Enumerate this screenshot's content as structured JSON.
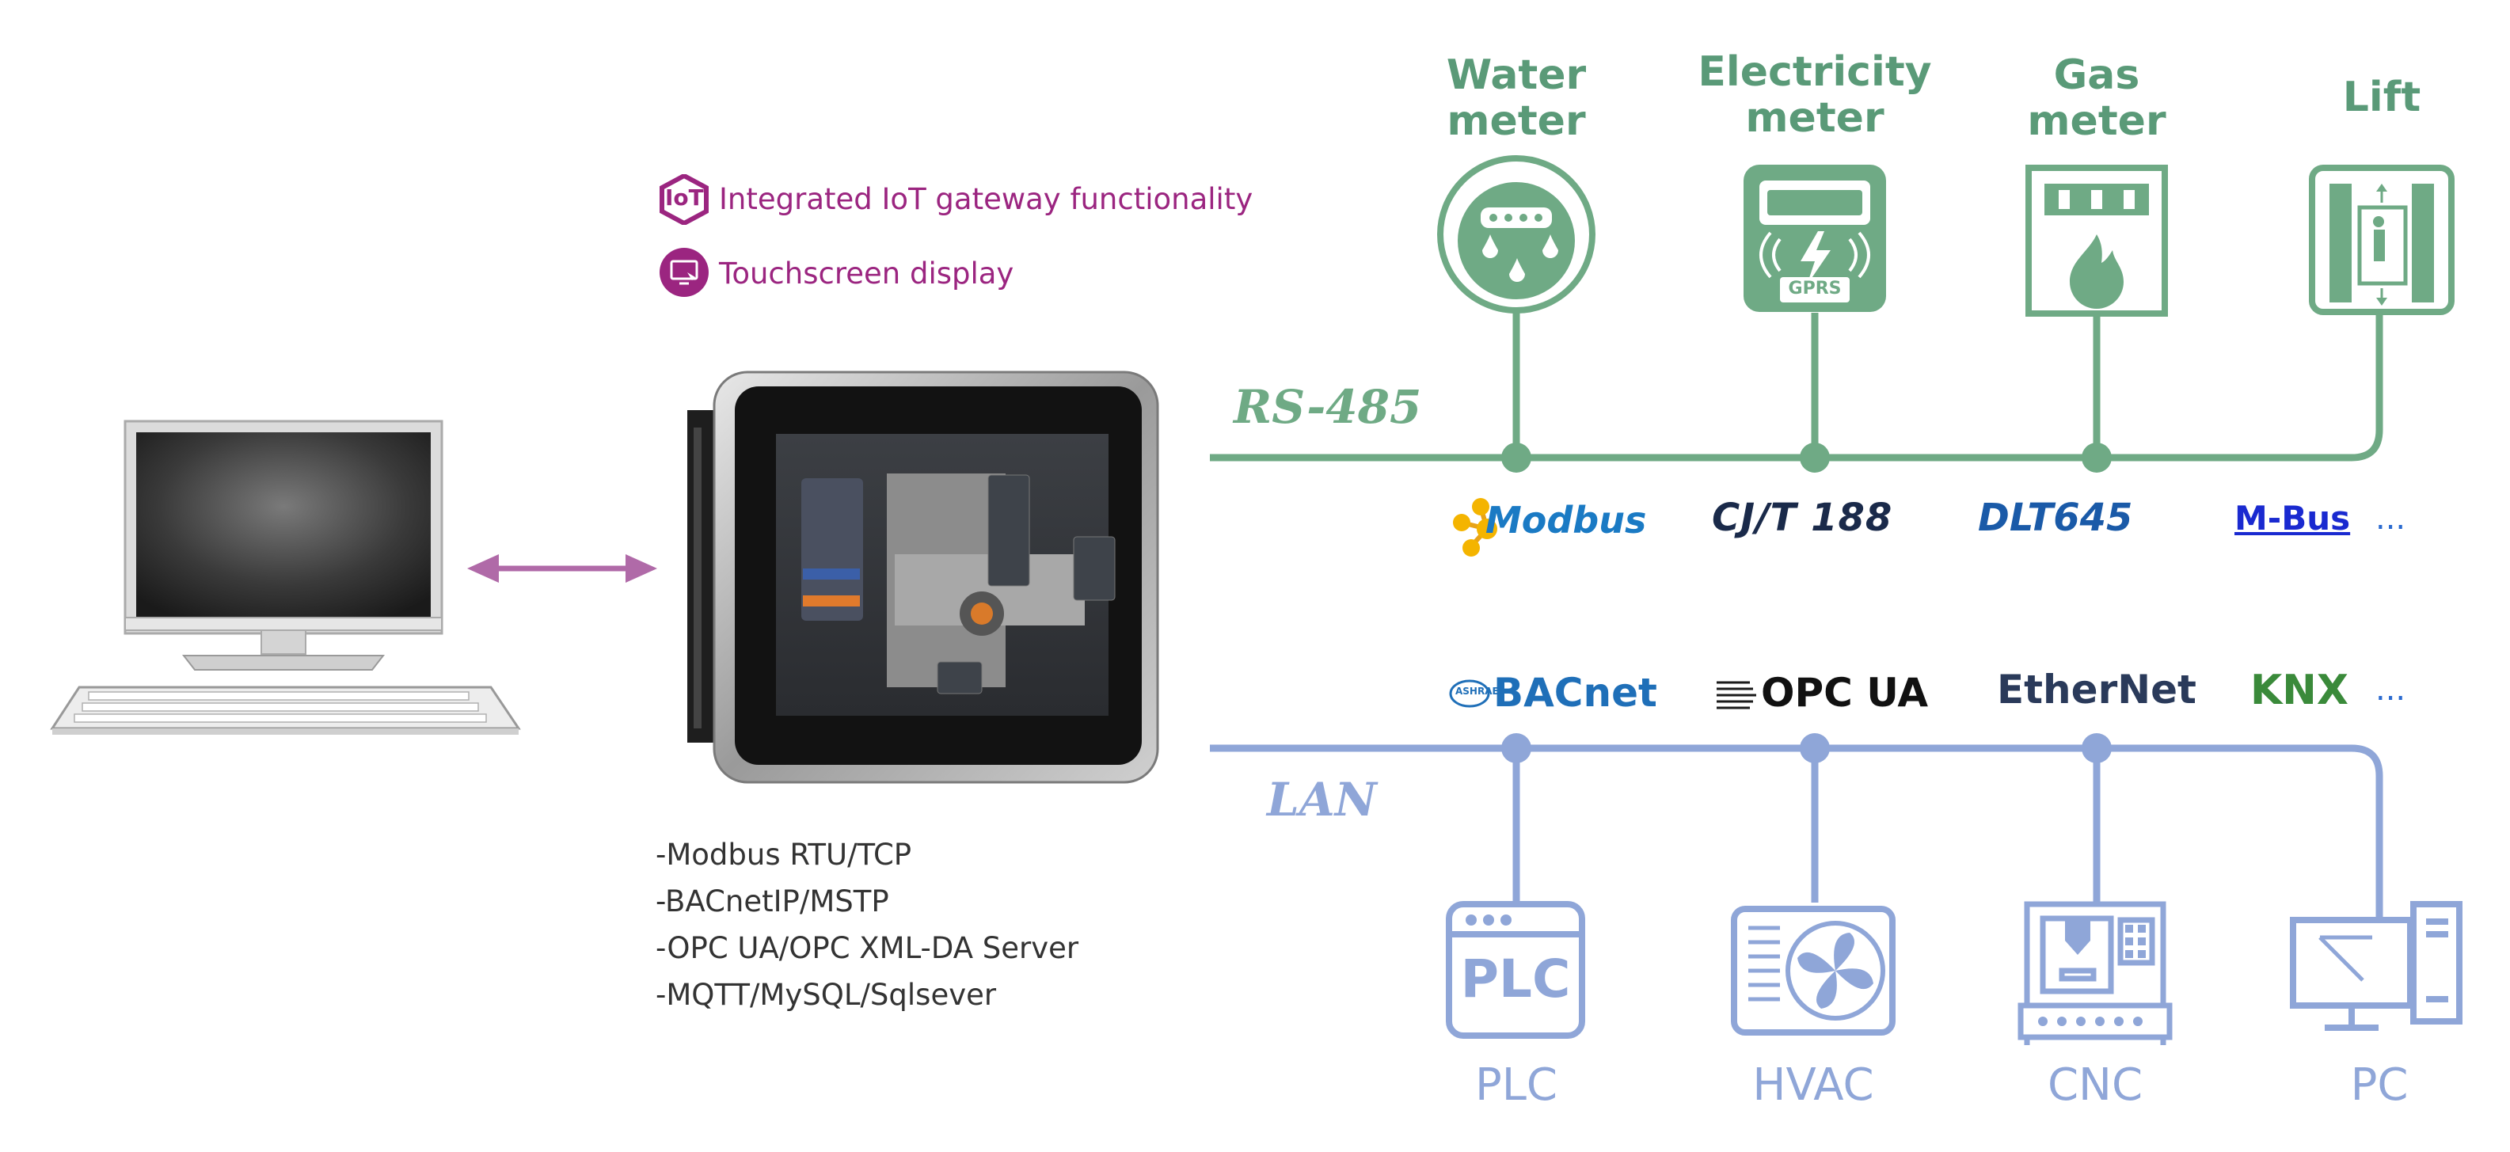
{
  "features": [
    {
      "label": "Integrated IoT gateway functionality",
      "icon": "iot-hexagon-icon",
      "icon_text": "IoT"
    },
    {
      "label": "Touchscreen display",
      "icon": "touchscreen-icon"
    }
  ],
  "protocols": [
    "-Modbus RTU/TCP",
    "-BACnetIP/MSTP",
    "-OPC UA/OPC XML-DA Server",
    "-MQTT/MySQL/Sqlsever"
  ],
  "rs485": {
    "label": "RS-485",
    "color": "#6faa85",
    "devices": [
      {
        "line1": "Water",
        "line2": "meter",
        "icon": "water-meter-icon"
      },
      {
        "line1": "Electricity",
        "line2": "meter",
        "icon": "electricity-meter-icon",
        "icon_text": "GPRS"
      },
      {
        "line1": "Gas",
        "line2": "meter",
        "icon": "gas-meter-icon"
      },
      {
        "line1": "Lift",
        "line2": "",
        "icon": "lift-icon"
      }
    ],
    "protocol_logos": [
      "Modbus",
      "CJ/T 188",
      "DLT645",
      "M-Bus",
      "..."
    ]
  },
  "lan": {
    "label": "LAN",
    "color": "#8fa6d8",
    "protocol_logos": [
      "BACnet",
      "OPC UA",
      "EtherNet",
      "KNX",
      "..."
    ],
    "bacnet_badge": "ASHRAE",
    "devices": [
      {
        "label": "PLC",
        "icon": "plc-icon",
        "icon_text": "PLC"
      },
      {
        "label": "HVAC",
        "icon": "hvac-fan-icon"
      },
      {
        "label": "CNC",
        "icon": "cnc-machine-icon"
      },
      {
        "label": "PC",
        "icon": "pc-icon"
      }
    ]
  },
  "colors": {
    "feature_text": "#9b2580",
    "arrow": "#b06aa8",
    "protocol_text": "#333333"
  }
}
